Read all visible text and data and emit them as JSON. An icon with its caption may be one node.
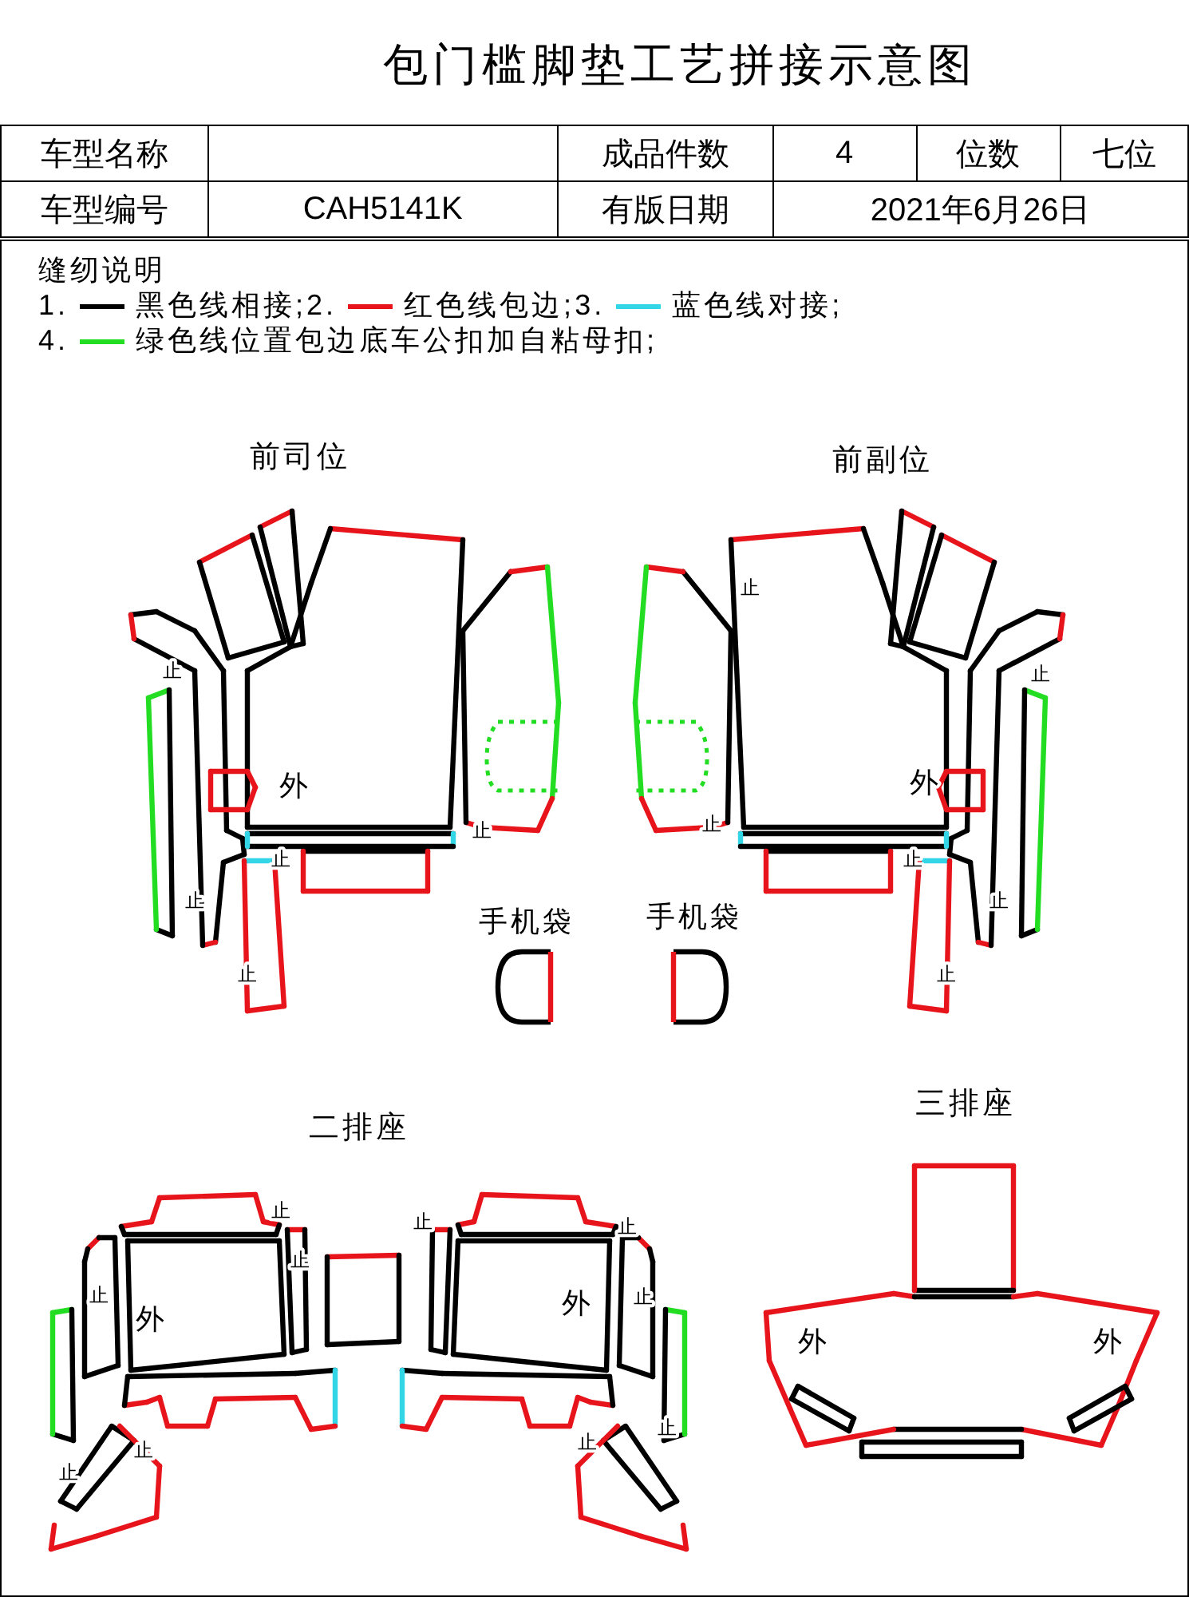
{
  "diagram": {
    "title": "包门槛脚垫工艺拼接示意图",
    "labels": [
      "车型名称",
      "成品件数",
      "4",
      "位数",
      "七位",
      "车型编号",
      "CAH5141K",
      "有版日期",
      "2021年6月26日",
      "缝纫说明",
      "1.",
      "2.",
      "3.",
      "4.",
      "前司位",
      "前副位",
      "外",
      "外",
      "手机袋",
      "手机袋",
      "止",
      "止",
      "止",
      "止",
      "止",
      "止",
      "止",
      "止",
      "止",
      "止",
      "止",
      "二排座",
      "外",
      "外",
      "止",
      "止",
      "止",
      "止",
      "止",
      "止",
      "止",
      "止",
      "止",
      "止",
      "三排座",
      "外",
      "外"
    ],
    "legend": [
      {
        "text": "黑色线相接;"
      },
      {
        "text": "红色线包边;"
      },
      {
        "text": "蓝色线对接;"
      },
      {
        "text": "绿色线位置包边底车公扣加自粘母扣;"
      }
    ]
  }
}
